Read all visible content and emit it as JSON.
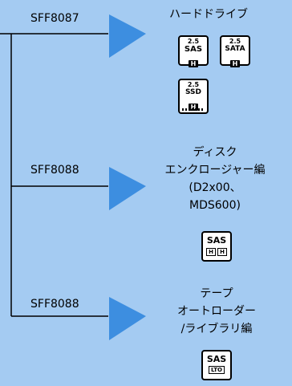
{
  "connectors": [
    {
      "label": "SFF8087"
    },
    {
      "label": "SFF8088"
    },
    {
      "label": "SFF8088"
    }
  ],
  "categories": {
    "hdd": {
      "title": "ハードドライブ"
    },
    "disk": {
      "lines": [
        "ディスク",
        "エンクロージャー編",
        "(D2x00、",
        "MDS600)"
      ]
    },
    "tape": {
      "lines": [
        "テープ",
        "オートローダー",
        "/ライブラリ編"
      ]
    }
  },
  "icons": {
    "sas_25": {
      "top": "2.5",
      "main": "SAS",
      "box": "H"
    },
    "sata_25": {
      "top": "2.5",
      "main": "SATA",
      "box": "H"
    },
    "ssd_25": {
      "top": "2.5",
      "main": "SSD",
      "box": "H"
    },
    "sas_enclosure": {
      "main": "SAS",
      "box1": "H",
      "box2": "H"
    },
    "sas_lto": {
      "main": "SAS",
      "box": "LTO"
    }
  },
  "colors": {
    "background": "#a4cbf2",
    "arrow": "#3d8ee0",
    "line": "#000000"
  }
}
